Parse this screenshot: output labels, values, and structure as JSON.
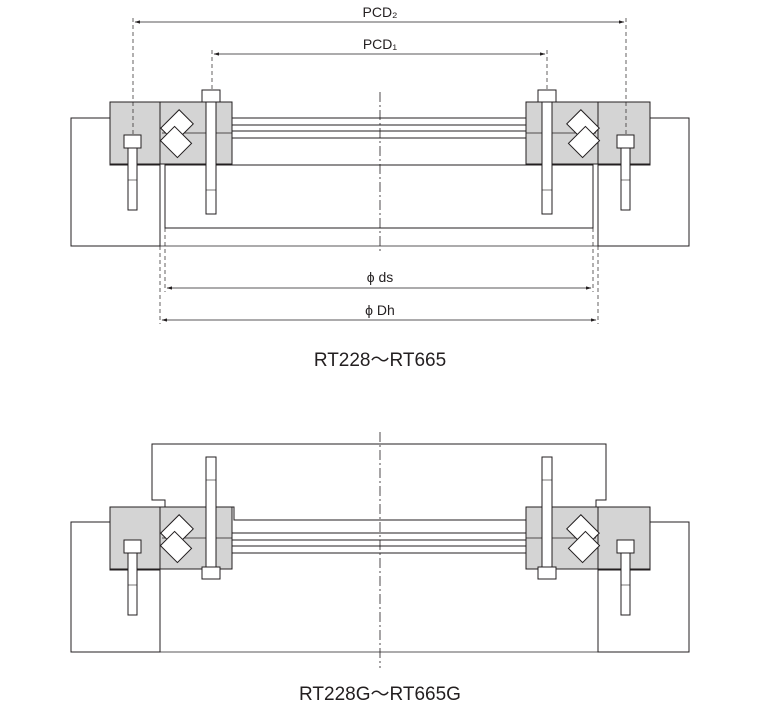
{
  "diagram": {
    "top": {
      "caption": "RT228～RT665",
      "dimensions": {
        "pcd2": "PCD₂",
        "pcd1": "PCD₁",
        "ds": "ϕ ds",
        "dh": "ϕ Dh"
      }
    },
    "bottom": {
      "caption": "RT228G～RT665G"
    }
  },
  "colors": {
    "line": "#231f20",
    "ring_fill": "#d4d4d4",
    "background": "#ffffff"
  }
}
